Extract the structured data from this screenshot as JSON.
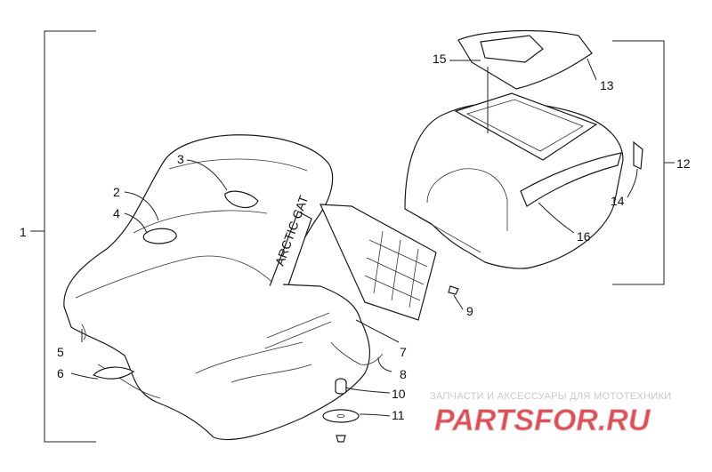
{
  "callouts": [
    "1",
    "2",
    "3",
    "4",
    "5",
    "6",
    "7",
    "8",
    "9",
    "10",
    "11",
    "12",
    "13",
    "14",
    "15",
    "16"
  ],
  "decal_text": "ARCTIC CAT",
  "watermark": {
    "caption": "ЗАПЧАСТИ И АКСЕССУАРЫ ДЛЯ МОТОТЕХНИКИ",
    "logo": "PARTSFOR.RU"
  },
  "colors": {
    "line": "#1a1a1a",
    "watermark": "#c9c9c9",
    "logo_red": "#e74a55",
    "logo_gray": "#cfcfcf"
  }
}
